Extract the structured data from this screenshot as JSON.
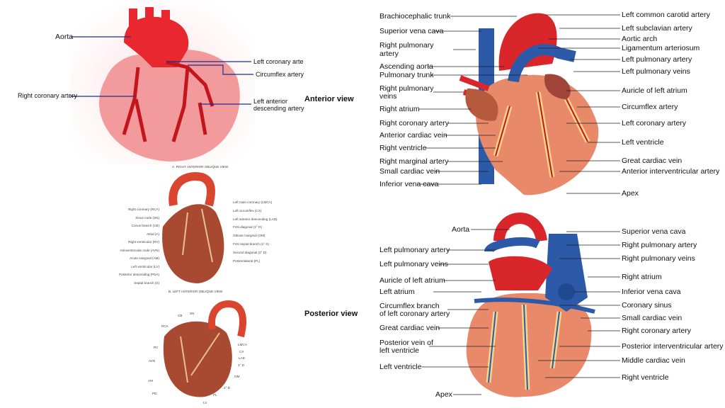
{
  "top_left": {
    "aorta": "Aorta",
    "left_coronary": "Left coronary arte",
    "circumflex": "Circumflex artery",
    "right_coronary": "Right coronary artery",
    "lad_1": "Left anterior",
    "lad_2": "descending artery"
  },
  "views": {
    "anterior": "Anterior view",
    "posterior": "Posterior view"
  },
  "rao": {
    "title": "A. RIGHT ANTERIOR OBLIQUE VIEW",
    "left": [
      "Right coronary (RCA)",
      "Sinus node (SN)",
      "Conus branch (CB)",
      "Atrial (A)",
      "Right ventricular (RV)",
      "Atrioventricular node (AVN)",
      "Acute marginal (AM)",
      "Left ventricular (LV)",
      "Posterior descending (PDA)",
      "Septal branch (S)"
    ],
    "right": [
      "Left main coronary (LMCA)",
      "Left circumflex (CX)",
      "Left anterior descending (LAD)",
      "First diagonal (1° D)",
      "Obtuse marginal (OM)",
      "First septal branch (1° S)",
      "Second diagonal (2° D)",
      "Posterolateral (PL)"
    ]
  },
  "lao": {
    "title": "B. LEFT ANTERIOR OBLIQUE VIEW",
    "labels": [
      "CB",
      "SN",
      "RCA",
      "RV",
      "AVN",
      "AM",
      "PD",
      "LMCA",
      "CX",
      "LAD",
      "1° D",
      "OM",
      "2° D",
      "PL",
      "LV"
    ]
  },
  "anterior": {
    "left": [
      "Brachiocephalic trunk",
      "Superior vena cava",
      "Right pulmonary",
      "artery",
      "Ascending aorta",
      "Pulmonary trunk",
      "Right pulmonary",
      "veins",
      "Right atrium",
      "Right coronary artery",
      "Anterior cardiac vein",
      "Right ventricle",
      "Right marginal artery",
      "Small cardiac vein",
      "Inferior vena cava"
    ],
    "right": [
      "Left common carotid artery",
      "Left subclavian artery",
      "Aortic arch",
      "Ligamentum arteriosum",
      "Left pulmonary artery",
      "Left pulmonary veins",
      "Auricle of left atrium",
      "Circumflex artery",
      "Left coronary artery",
      "Left ventricle",
      "Great cardiac vein",
      "Anterior interventricular artery",
      "Apex"
    ]
  },
  "posterior": {
    "left": [
      "Aorta",
      "Left pulmonary artery",
      "Left pulmonary veins",
      "Auricle of left atrium",
      "Left atrium",
      "Circumflex branch",
      "of left coronary artery",
      "Great cardiac vein",
      "Posterior vein of",
      "left ventricle",
      "Left ventricle",
      "Apex"
    ],
    "right": [
      "Superior vena cava",
      "Right pulmonary artery",
      "Right pulmonary veins",
      "Right atrium",
      "Inferior vena cava",
      "Coronary sinus",
      "Small cardiac vein",
      "Right coronary artery",
      "Posterior interventricular artery",
      "Middle cardiac vein",
      "Right ventricle"
    ]
  },
  "colors": {
    "artery": "#d9262b",
    "vein": "#2c5aa8",
    "muscle": "#e88a6a",
    "fat": "#f3d68a",
    "pink": "#f2a0a3"
  }
}
